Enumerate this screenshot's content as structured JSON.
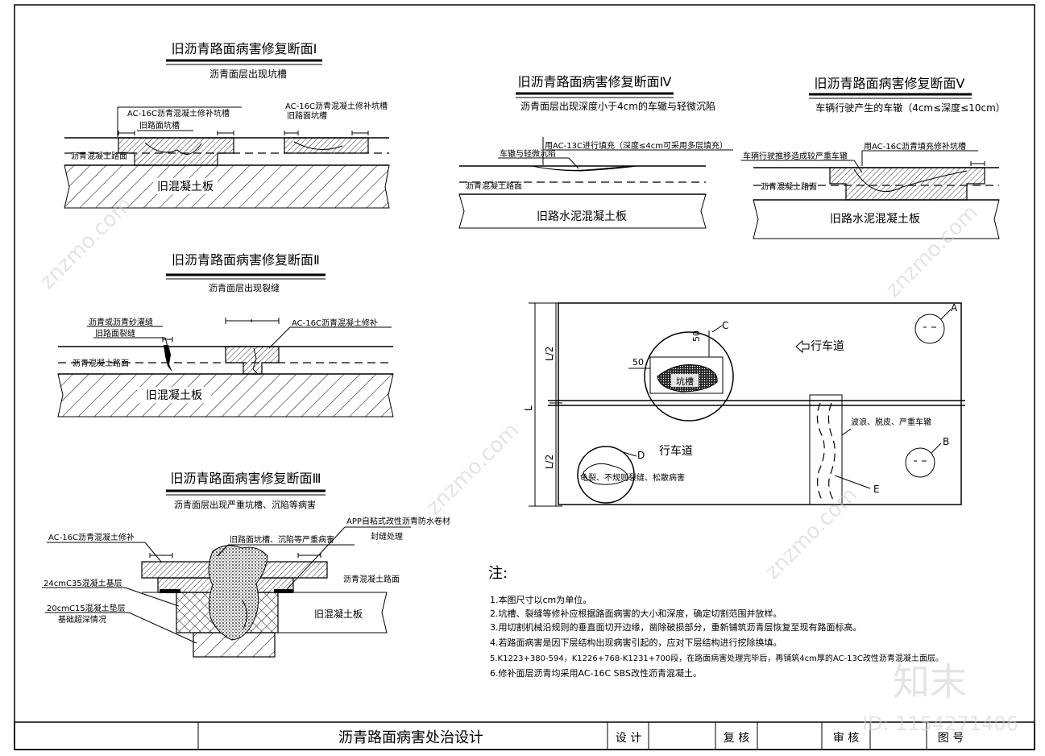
{
  "section1": {
    "title": "旧沥青路面病害修复断面Ⅰ",
    "subtitle": "沥青面层出现坑槽",
    "label_fill": "AC-16C沥青混凝土修补坑槽",
    "label_fill2": "AC-16C沥青混凝土修补坑槽",
    "label_pit": "旧路面坑槽",
    "label_pit2": "旧路面坑槽",
    "label_surface": "沥青混凝土路面",
    "label_slab": "旧混凝土板"
  },
  "section2": {
    "title": "旧沥青路面病害修复断面Ⅱ",
    "subtitle": "沥青面层出现裂缝",
    "label_seal": "沥青或沥青砂灌缝",
    "label_crack": "旧路面裂缝",
    "label_fill": "AC-16C沥青混凝土修补",
    "label_surface": "沥青混凝土路面",
    "label_slab": "旧混凝土板"
  },
  "section3": {
    "title": "旧沥青路面病害修复断面Ⅲ",
    "subtitle": "沥青面层出现严重坑槽、沉陷等病害",
    "label_app": "APP自粘式改性沥青防水卷材",
    "label_seal": "封缝处理",
    "label_fill": "AC-16C沥青混凝土修补",
    "label_damage": "旧路面坑槽、沉陷等严重病害",
    "label_c35": "24cmC35混凝土基层",
    "label_surface": "沥青混凝土路面",
    "label_c15": "20cmC15混凝土垫层",
    "label_deep": "基础超深情况",
    "label_slab": "旧混凝土板"
  },
  "section4": {
    "title": "旧沥青路面病害修复断面Ⅳ",
    "subtitle": "沥青面层出现深度小于4cm的车辙与轻微沉陷",
    "label_fill": "用AC-13C进行填充（深度≤4cm可采用多层填充）",
    "label_rut": "车辙与轻微沉陷",
    "label_surface": "沥青混凝土路面",
    "label_slab": "旧路水泥混凝土板"
  },
  "section5": {
    "title": "旧沥青路面病害修复断面Ⅴ",
    "subtitle": "车辆行驶产生的车辙（4cm≤深度≤10cm）",
    "label_fill": "用AC-16C沥青填充修补坑槽",
    "label_rut": "车辆行驶推移造成较严重车辙",
    "label_surface": "沥青混凝土路面",
    "label_slab": "旧路水泥混凝土板"
  },
  "plan": {
    "lane_top": "行车道",
    "lane_bottom": "行车道",
    "pit": "坑槽",
    "dim50a": "50",
    "dim50b": "50",
    "dim_L": "L",
    "dim_L2a": "L/2",
    "dim_L2b": "L/2",
    "mark_A": "A",
    "mark_B": "B",
    "mark_C": "C",
    "mark_D": "D",
    "mark_E": "E",
    "label_wave": "波浪、脱皮、严重车辙",
    "label_crack": "龟裂、不规则裂缝、松散病害"
  },
  "notes": {
    "heading": "注:",
    "items": [
      "1.本图尺寸以cm为单位。",
      "2.坑槽、裂缝等修补应根据路面病害的大小和深度，确定切割范围并放样。",
      "3.用切割机械沿规则的垂直面切开边缘，凿除破损部分，重新铺筑沥青层恢复至现有路面标高。",
      "4.若路面病害是因下层结构出现病害引起的，应对下层结构进行挖除换填。",
      "5.K1223+380-594，K1226+768-K1231+700段，在路面病害处理完毕后，再铺筑4cm厚的AC-13C改性沥青混凝土面层。",
      "6.修补面层沥青均采用AC-16C SBS改性沥青混凝土。"
    ]
  },
  "titleblock": {
    "drawing_title": "沥青路面病害处治设计",
    "design": "设 计",
    "review": "复 核",
    "approve": "审 核",
    "drawing_no": "图 号"
  },
  "watermark": {
    "logo": "知末",
    "id": "ID: 1154271406",
    "site": "znzmo.com"
  }
}
